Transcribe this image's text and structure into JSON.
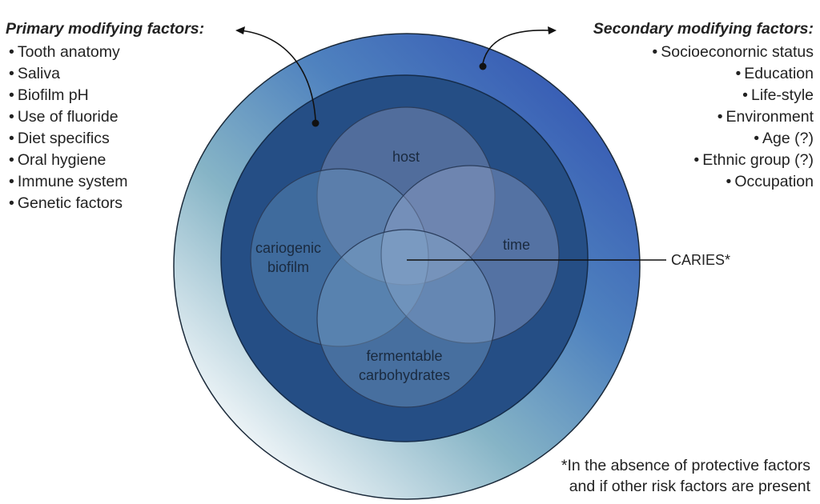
{
  "primary": {
    "heading": "Primary modifying factors:",
    "items": [
      "Tooth anatomy",
      "Saliva",
      "Biofilm pH",
      "Use of fluoride",
      "Diet specifics",
      "Oral hygiene",
      "Immune system",
      "Genetic factors"
    ]
  },
  "secondary": {
    "heading": "Secondary modifying factors:",
    "items": [
      "Socioeconornic status",
      "Education",
      "Life-style",
      "Environment",
      "Age (?)",
      "Ethnic group (?)",
      "Occupation"
    ]
  },
  "venn": {
    "host": "host",
    "biofilm_line1": "cariogenic",
    "biofilm_line2": "biofilm",
    "time": "time",
    "carbs_line1": "fermentable",
    "carbs_line2": "carbohydrates"
  },
  "outcome": "CARIES*",
  "footnote": {
    "line1": "*In the absence of protective factors",
    "line2": "and if other risk factors are present"
  },
  "colors": {
    "outer_ring_light": "#e8f1f5",
    "outer_ring_mid": "#7fb0c4",
    "outer_ring_dark": "#3a62b5",
    "middle_ring": "#244f86",
    "venn_fill": "#8aa6c9"
  },
  "bullet": "•"
}
